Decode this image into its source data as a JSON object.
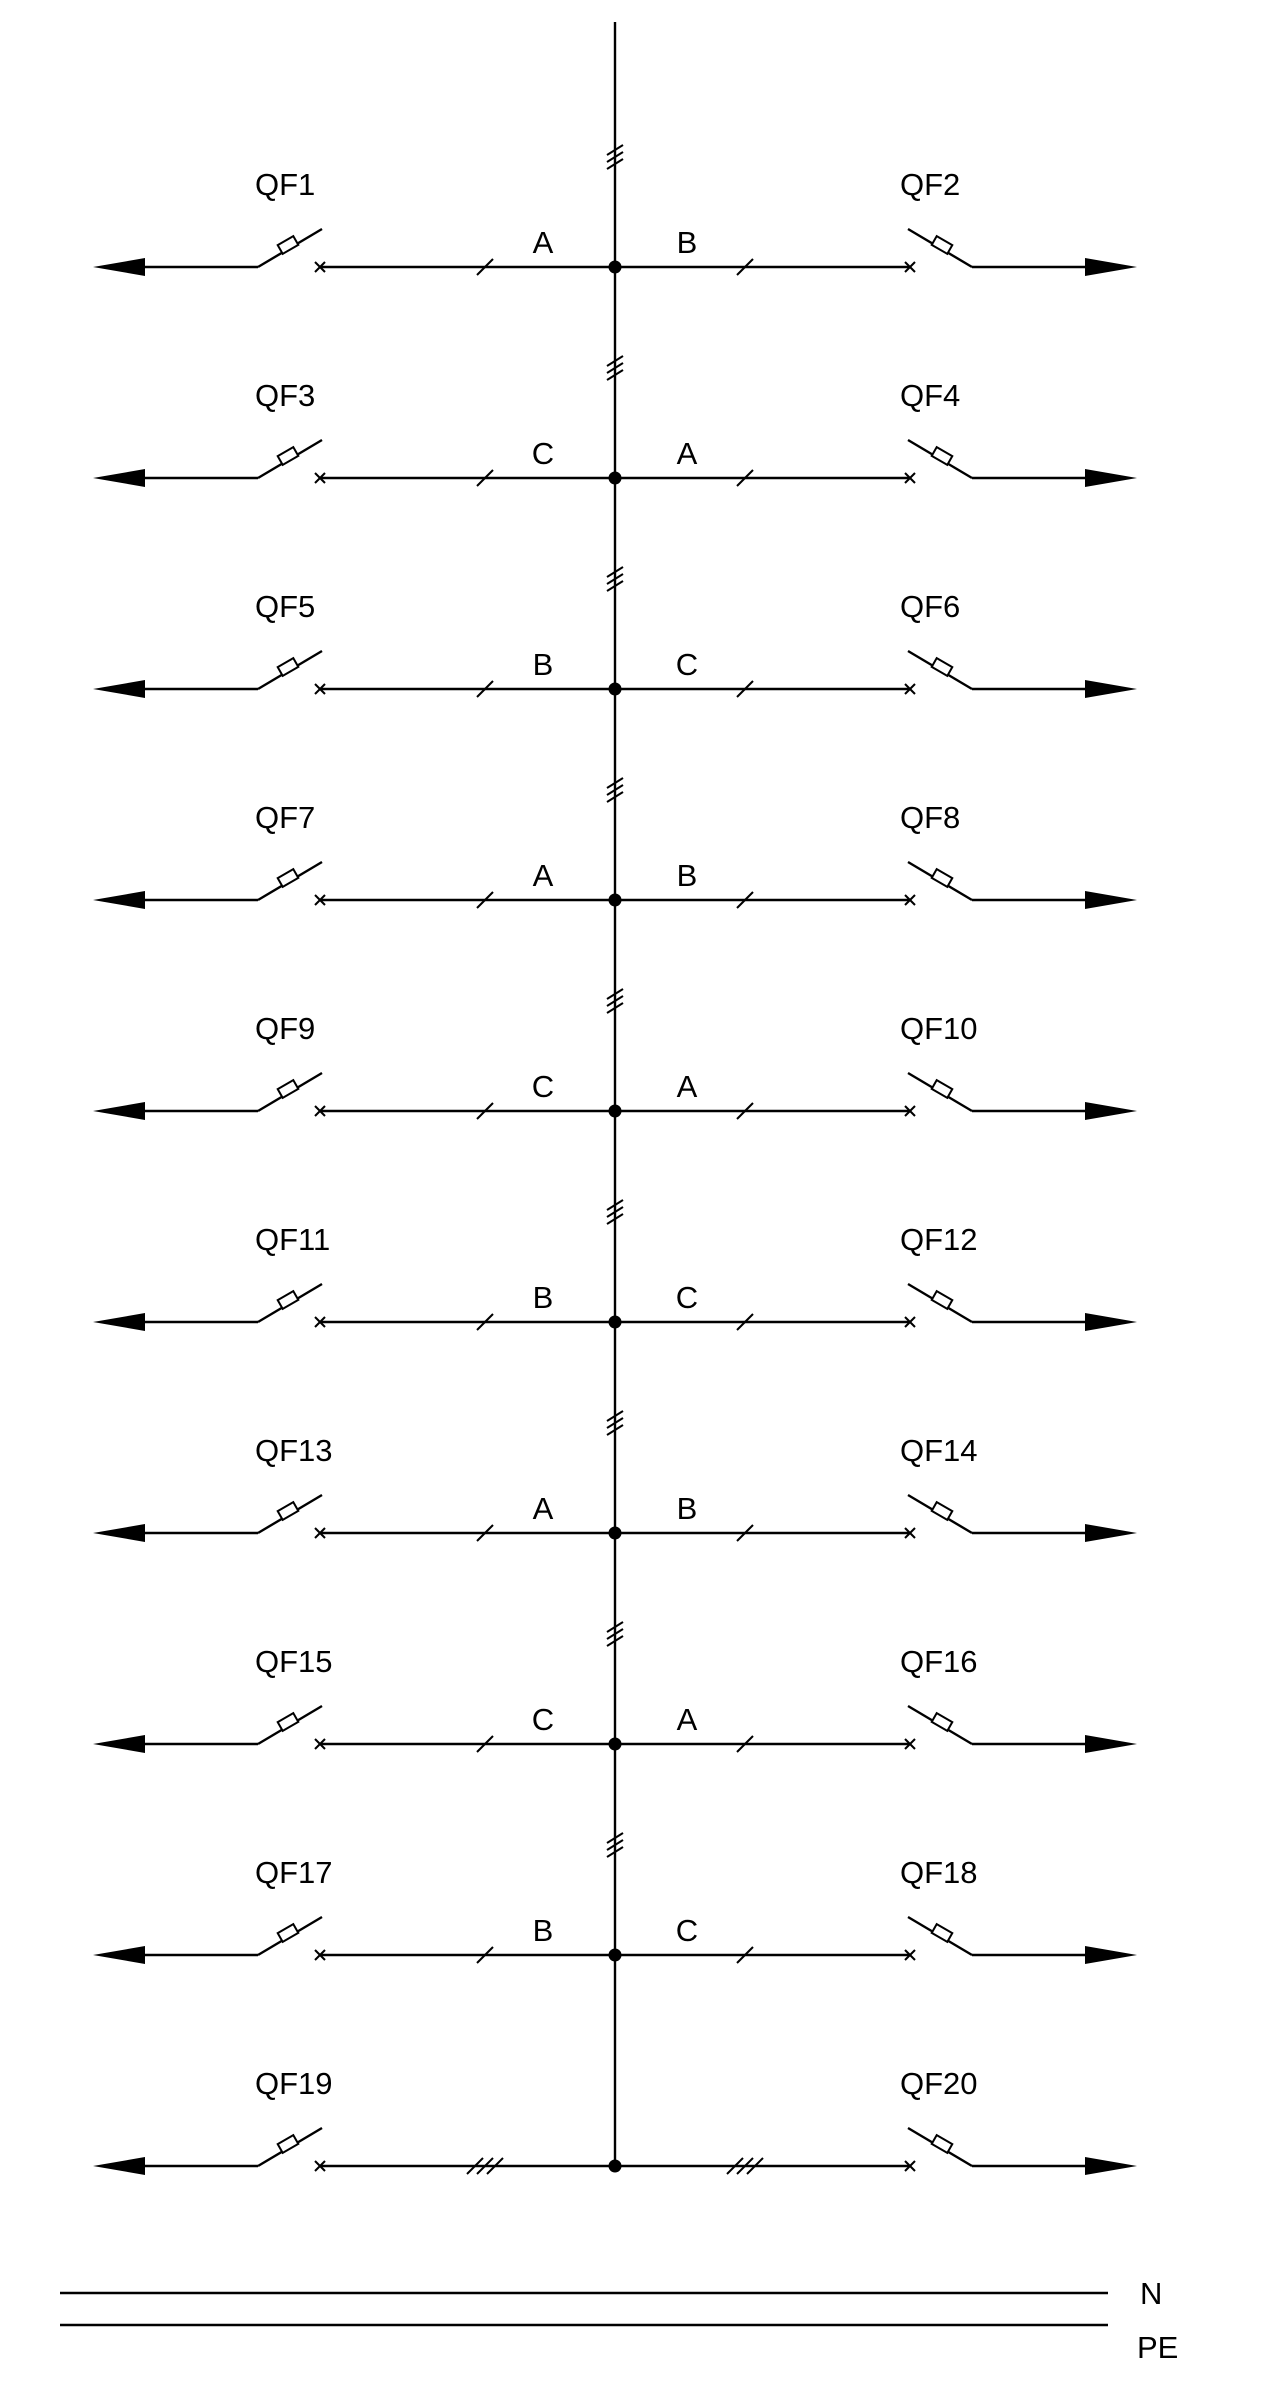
{
  "rows": [
    {
      "left": {
        "breaker": "QF1",
        "phase": "A"
      },
      "right": {
        "breaker": "QF2",
        "phase": "B"
      }
    },
    {
      "left": {
        "breaker": "QF3",
        "phase": "C"
      },
      "right": {
        "breaker": "QF4",
        "phase": "A"
      }
    },
    {
      "left": {
        "breaker": "QF5",
        "phase": "B"
      },
      "right": {
        "breaker": "QF6",
        "phase": "C"
      }
    },
    {
      "left": {
        "breaker": "QF7",
        "phase": "A"
      },
      "right": {
        "breaker": "QF8",
        "phase": "B"
      }
    },
    {
      "left": {
        "breaker": "QF9",
        "phase": "C"
      },
      "right": {
        "breaker": "QF10",
        "phase": "A"
      }
    },
    {
      "left": {
        "breaker": "QF11",
        "phase": "B"
      },
      "right": {
        "breaker": "QF12",
        "phase": "C"
      }
    },
    {
      "left": {
        "breaker": "QF13",
        "phase": "A"
      },
      "right": {
        "breaker": "QF14",
        "phase": "B"
      }
    },
    {
      "left": {
        "breaker": "QF15",
        "phase": "C"
      },
      "right": {
        "breaker": "QF16",
        "phase": "A"
      }
    },
    {
      "left": {
        "breaker": "QF17",
        "phase": "B"
      },
      "right": {
        "breaker": "QF18",
        "phase": "C"
      }
    },
    {
      "left": {
        "breaker": "QF19",
        "phase": ""
      },
      "right": {
        "breaker": "QF20",
        "phase": ""
      }
    }
  ],
  "bus_lines": {
    "neutral": "N",
    "protective_earth": "PE"
  }
}
